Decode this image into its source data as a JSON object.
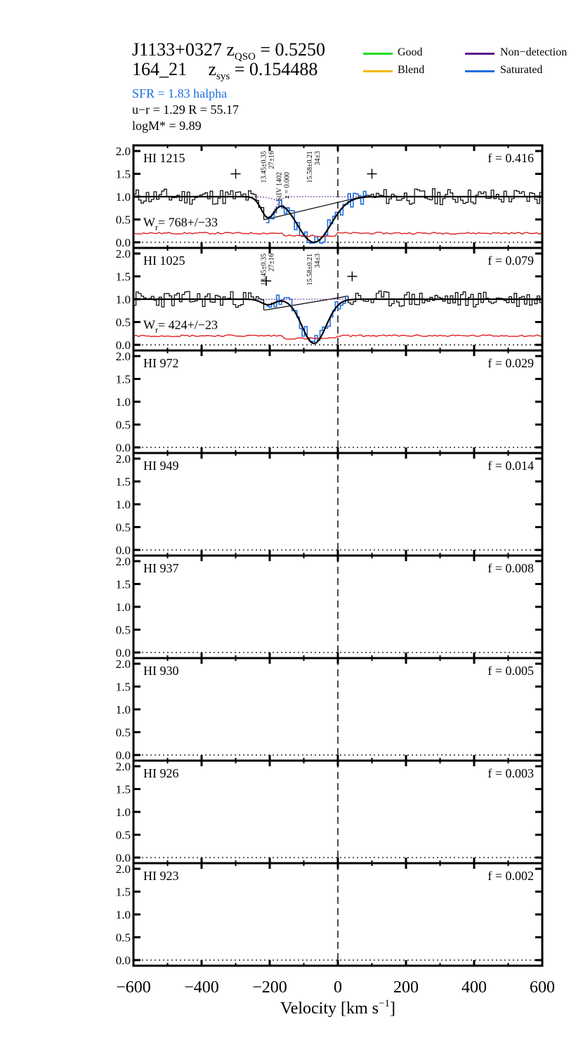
{
  "header": {
    "qso_name": "J1133+0327",
    "z_qso_label": "z",
    "z_qso_sub": "QSO",
    "z_qso_value": " = 0.5250",
    "galaxy_id": "164_21",
    "z_sys_label": "z",
    "z_sys_sub": "sys",
    "z_sys_value": " = 0.154488",
    "sfr": "SFR =  1.83  halpha",
    "color_line": "u−r = 1.29   R =  55.17",
    "mass_line": "logM* =  9.89"
  },
  "legend": [
    {
      "label": "Good",
      "color": "#22dd22"
    },
    {
      "label": "Blend",
      "color": "#f5b800"
    },
    {
      "label": "Non−detection",
      "color": "#5a1a8a"
    },
    {
      "label": "Saturated",
      "color": "#1f6fe0"
    }
  ],
  "colors": {
    "spectrum": "#000000",
    "saturated": "#1f6fe0",
    "error": "#e02020",
    "model": "#000000",
    "component": "#5a1a8a"
  },
  "chart_data": {
    "type": "line",
    "xlabel": "Velocity [km s",
    "xlabel_sup": "−1",
    "xlabel_end": "]",
    "xlim": [
      -600,
      600
    ],
    "ylim": [
      0.0,
      2.0
    ],
    "x_ticks": [
      -600,
      -400,
      -200,
      0,
      200,
      400,
      600
    ],
    "x_tick_labels": [
      "−600",
      "−400",
      "−200",
      "0",
      "200",
      "400",
      "600"
    ],
    "y_ticks": [
      0.0,
      0.5,
      1.0,
      1.5,
      2.0
    ],
    "y_tick_labels": [
      "0.0",
      "0.5",
      "1.0",
      "1.5",
      "2.0"
    ],
    "panels": [
      {
        "line": "HI 1215",
        "f": "f = 0.416",
        "wr": "= 768+/−33",
        "wr_label": "W",
        "wr_sub": "r",
        "has_data": true,
        "noise_seed": 11,
        "components": [
          {
            "v": -205,
            "N": "13.45±0.35",
            "b": "27±16",
            "depth": 0.45,
            "width": 28
          },
          {
            "v": -70,
            "N": "15.58±0.21",
            "b": "34±3",
            "depth": 1.0,
            "width": 70
          }
        ],
        "blend_label": [
          "SiIV 1402",
          "z = 0.000"
        ],
        "blend_v": -160,
        "plus_marks": [
          {
            "v": -300,
            "y": 1.5
          },
          {
            "v": 100,
            "y": 1.5
          }
        ],
        "saturated_range": [
          -210,
          90
        ],
        "error_level": 0.2
      },
      {
        "line": "HI 1025",
        "f": "f = 0.079",
        "wr": "= 424+/−23",
        "wr_label": "W",
        "wr_sub": "r",
        "has_data": true,
        "noise_seed": 23,
        "components": [
          {
            "v": -205,
            "N": "13.45±0.35",
            "b": "27±16",
            "depth": 0.12,
            "width": 28
          },
          {
            "v": -70,
            "N": "15.58±0.21",
            "b": "34±3",
            "depth": 0.97,
            "width": 50
          }
        ],
        "plus_marks": [
          {
            "v": -210,
            "y": 1.4
          },
          {
            "v": 42,
            "y": 1.5
          }
        ],
        "saturated_range": [
          -210,
          30
        ],
        "error_level": 0.2
      },
      {
        "line": "HI 972",
        "f": "f = 0.029",
        "has_data": false
      },
      {
        "line": "HI 949",
        "f": "f = 0.014",
        "has_data": false
      },
      {
        "line": "HI 937",
        "f": "f = 0.008",
        "has_data": false
      },
      {
        "line": "HI 930",
        "f": "f = 0.005",
        "has_data": false
      },
      {
        "line": "HI 926",
        "f": "f = 0.003",
        "has_data": false
      },
      {
        "line": "HI 923",
        "f": "f = 0.002",
        "has_data": false
      }
    ]
  }
}
